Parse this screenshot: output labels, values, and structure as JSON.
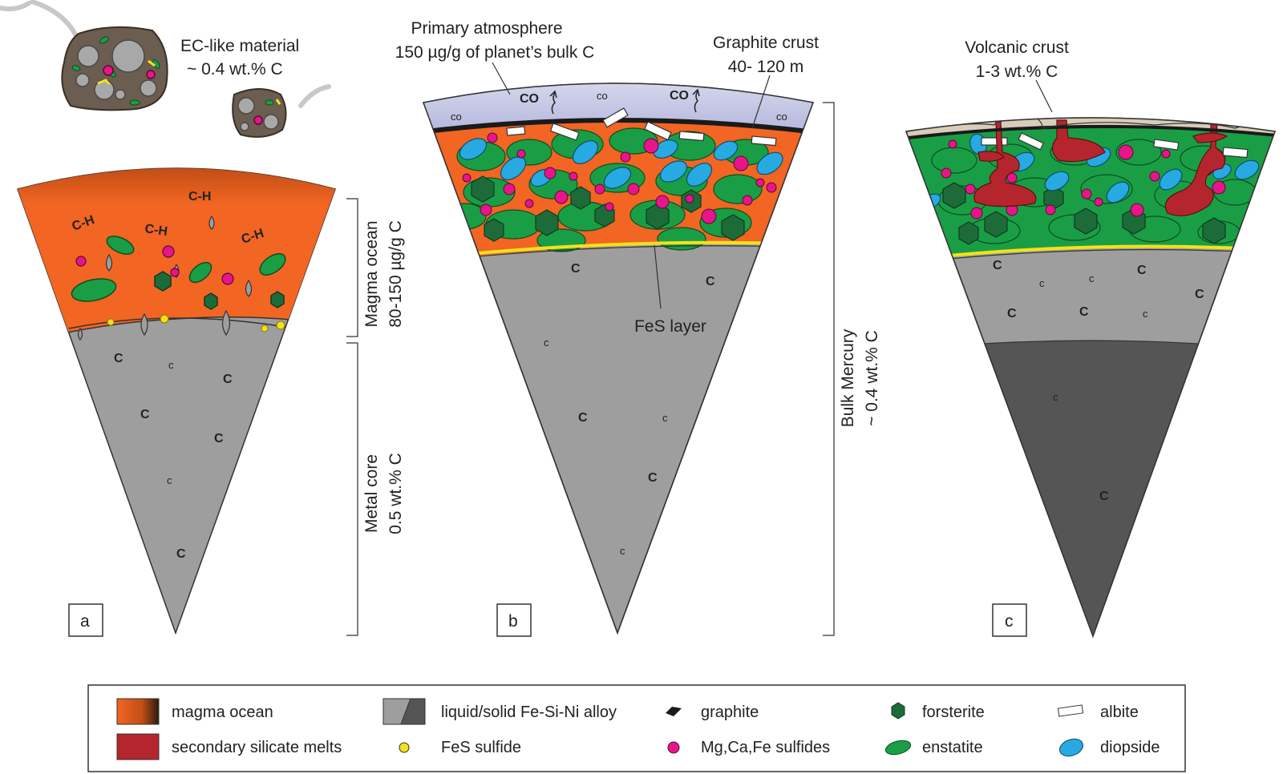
{
  "ec_material": {
    "title": "EC-like material",
    "subtitle": "~ 0.4 wt.% C"
  },
  "panel_a": {
    "letter": "a",
    "ocean_label": "Magma ocean",
    "ocean_value": "80-150 µg/g C",
    "core_label": "Metal core",
    "core_value": "0.5 wt.% C",
    "ch_label": "C-H",
    "c_label": "C",
    "c_small": "c"
  },
  "panel_b": {
    "letter": "b",
    "atmo_title": "Primary atmosphere",
    "atmo_value": "150 µg/g of planet’s bulk C",
    "graphite_title": "Graphite crust",
    "graphite_value": "40- 120 m",
    "fes_label": "FeS layer",
    "co_label": "CO",
    "co_small": "co",
    "bulk_label": "Bulk Mercury",
    "bulk_value": "~ 0.4 wt.% C"
  },
  "panel_c": {
    "letter": "c",
    "crust_title": "Volcanic crust",
    "crust_value": "1-3 wt.% C"
  },
  "legend": {
    "items": [
      {
        "label": "magma ocean",
        "icon": "magma-ocean-swatch"
      },
      {
        "label": "secondary silicate melts",
        "icon": "silicate-melt-swatch"
      },
      {
        "label": "liquid/solid Fe-Si-Ni alloy",
        "icon": "alloy-swatch"
      },
      {
        "label": "FeS sulfide",
        "icon": "fes-sulfide-dot"
      },
      {
        "label": "graphite",
        "icon": "graphite-flake"
      },
      {
        "label": "Mg,Ca,Fe sulfides",
        "icon": "sulfide-dot"
      },
      {
        "label": "forsterite",
        "icon": "forsterite-hexagon"
      },
      {
        "label": "enstatite",
        "icon": "enstatite-ellipse"
      },
      {
        "label": "albite",
        "icon": "albite-rectangle"
      },
      {
        "label": "diopside",
        "icon": "diopside-ellipse"
      }
    ]
  },
  "colors": {
    "magma": "#f26522",
    "core_light": "#9e9e9e",
    "core_dark": "#555555",
    "enstatite": "#1a9e45",
    "forsterite": "#1e6b3a",
    "sulfide": "#e6168a",
    "diopside": "#27a9e1",
    "fes": "#f5e11a",
    "melt": "#b5252d",
    "atmosphere": "#c9cbe6",
    "crust_c": "#d8cdb8"
  }
}
